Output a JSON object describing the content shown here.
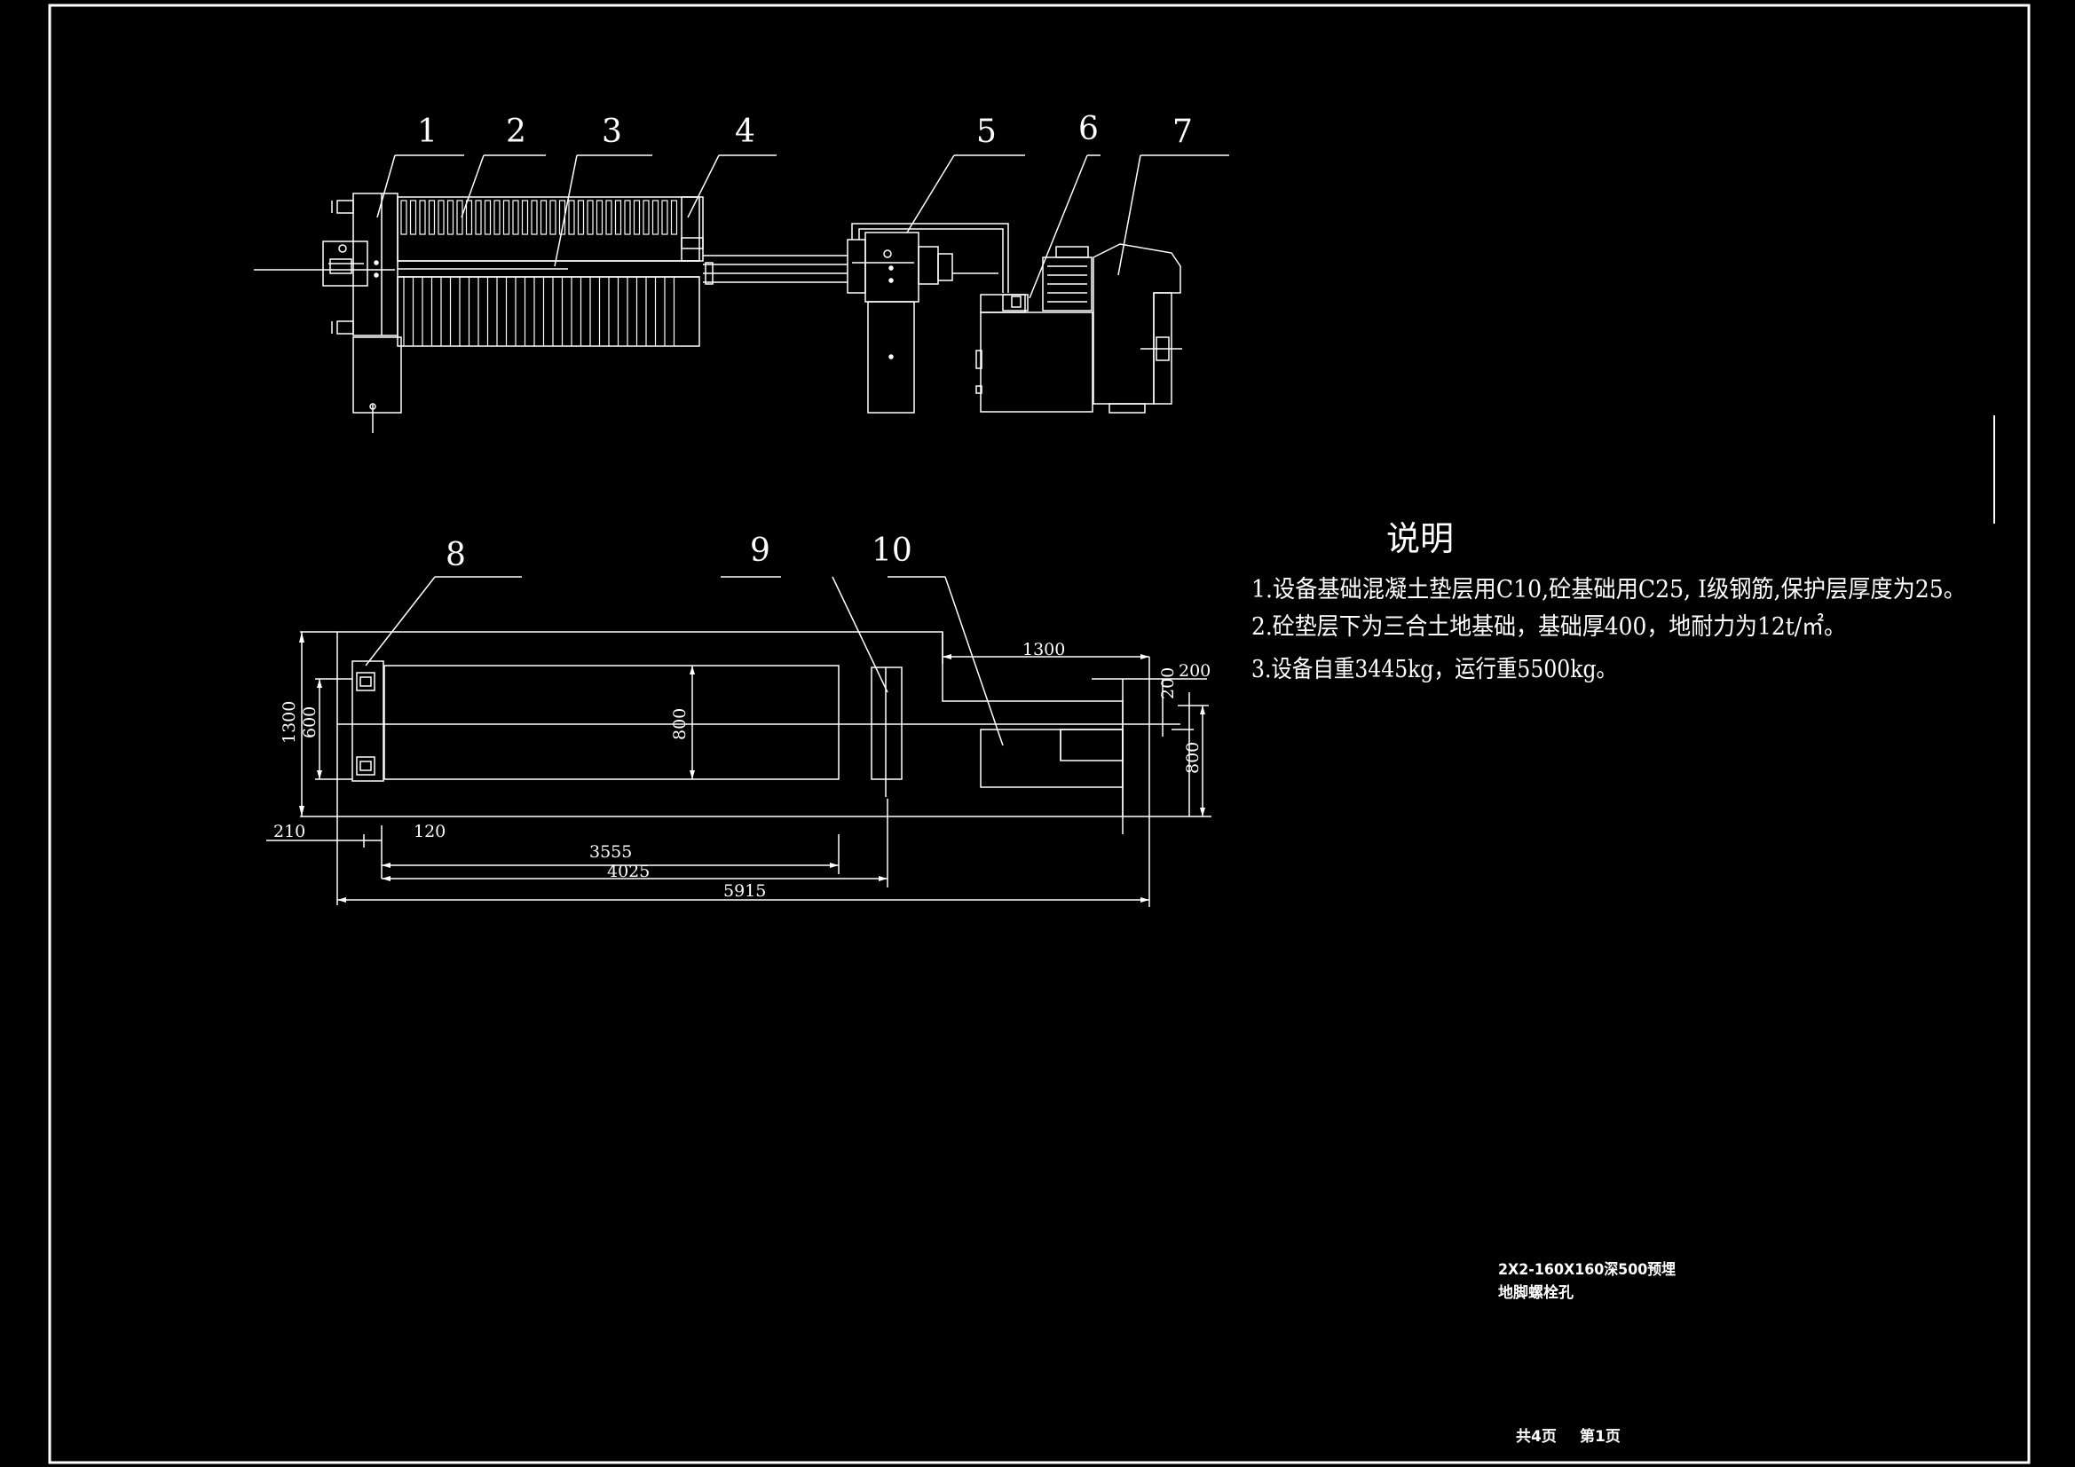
{
  "colors": {
    "background": "#000000",
    "line": "#ffffff"
  },
  "parts": [
    "1",
    "2",
    "3",
    "4",
    "5",
    "6",
    "7",
    "8",
    "9",
    "10"
  ],
  "notes": {
    "title": "说明",
    "items": [
      "1.设备基础混凝土垫层用C10,砼基础用C25, I级钢筋,保护层厚度为25。",
      "2.砼垫层下为三合土地基础，基础厚400，地耐力为12t/㎡。",
      "3.设备自重3445kg，运行重5500kg。"
    ]
  },
  "dimensions": {
    "d1300_left": "1300",
    "d600": "600",
    "d800_center": "800",
    "d210": "210",
    "d120": "120",
    "d3555": "3555",
    "d4025": "4025",
    "d5915": "5915",
    "d1300_top": "1300",
    "d200_v": "200",
    "d200_h": "200",
    "d800_right": "800"
  },
  "bolt_note": {
    "line1": "2X2-160X160深500预埋",
    "line2": "地脚螺栓孔"
  },
  "footer": {
    "total_pages": "共4页",
    "current_page": "第1页"
  }
}
